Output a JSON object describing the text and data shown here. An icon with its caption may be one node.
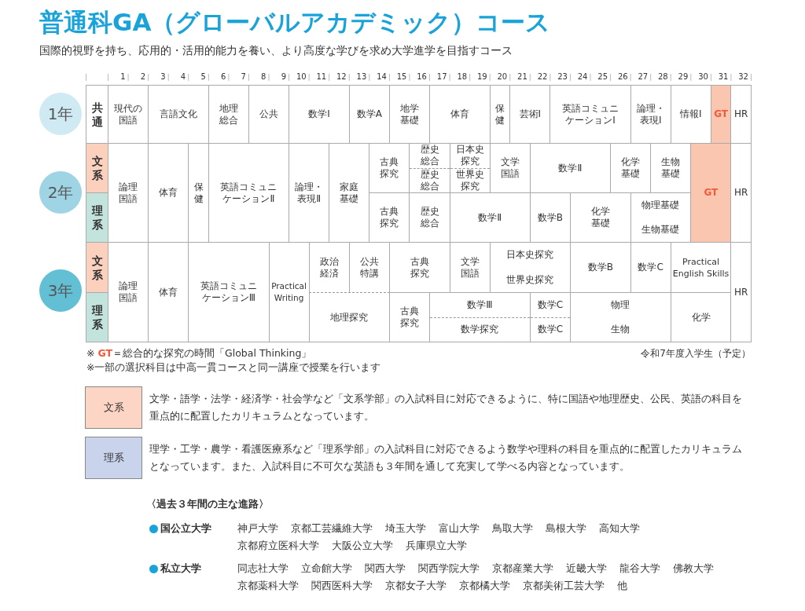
{
  "diagram": {
    "title": "普通科GA（グローバルアカデミック）コース",
    "nodes": [
      {
        "text": [
          "1年"
        ]
      },
      {
        "text": [
          "2年"
        ]
      },
      {
        "text": [
          "3年"
        ]
      },
      {
        "text": [
          "共通"
        ]
      },
      {
        "text": [
          "現代の国語"
        ]
      },
      {
        "text": [
          "言語文化"
        ]
      },
      {
        "text": [
          "地理総合"
        ]
      },
      {
        "text": [
          "公共"
        ]
      },
      {
        "text": [
          "数学Ⅰ"
        ]
      },
      {
        "text": [
          "数学A"
        ]
      },
      {
        "text": [
          "地学基礎"
        ]
      },
      {
        "text": [
          "体育"
        ]
      },
      {
        "text": [
          "保健"
        ]
      },
      {
        "text": [
          "芸術Ⅰ"
        ]
      },
      {
        "text": [
          "英語コミュニケーションⅠ"
        ]
      },
      {
        "text": [
          "論理・表現Ⅰ"
        ]
      },
      {
        "text": [
          "情報Ⅰ"
        ]
      },
      {
        "text": [
          "GT"
        ]
      },
      {
        "text": [
          "HR"
        ]
      },
      {
        "text": [
          "文系"
        ]
      },
      {
        "text": [
          "理系"
        ]
      },
      {
        "text": [
          "論理国語"
        ]
      },
      {
        "text": [
          "体育"
        ]
      },
      {
        "text": [
          "保健"
        ]
      },
      {
        "text": [
          "英語コミュニケーションⅡ"
        ]
      },
      {
        "text": [
          "論理・表現Ⅱ"
        ]
      },
      {
        "text": [
          "家庭基礎"
        ]
      },
      {
        "text": [
          "古典探究"
        ]
      },
      {
        "text": [
          "歴史総合",
          "歴史総合"
        ]
      },
      {
        "text": [
          "日本史探究",
          "世界史探究"
        ]
      },
      {
        "text": [
          "文学国語"
        ]
      },
      {
        "text": [
          "数学Ⅱ"
        ]
      },
      {
        "text": [
          "化学基礎"
        ]
      },
      {
        "text": [
          "生物基礎"
        ]
      },
      {
        "text": [
          "GT"
        ]
      },
      {
        "text": [
          "HR"
        ]
      },
      {
        "text": [
          "古典探究"
        ]
      },
      {
        "text": [
          "歴史総合"
        ]
      },
      {
        "text": [
          "数学Ⅱ"
        ]
      },
      {
        "text": [
          "数学B"
        ]
      },
      {
        "text": [
          "化学基礎"
        ]
      },
      {
        "text": [
          "物理基礎",
          "生物基礎"
        ]
      },
      {
        "text": [
          "文系"
        ]
      },
      {
        "text": [
          "理系"
        ]
      },
      {
        "text": [
          "論理国語"
        ]
      },
      {
        "text": [
          "体育"
        ]
      },
      {
        "text": [
          "英語コミュニケーションⅢ"
        ]
      },
      {
        "text": [
          "Practical Writing"
        ]
      },
      {
        "text": [
          "政治経済"
        ]
      },
      {
        "text": [
          "公共特講"
        ]
      },
      {
        "text": [
          "古典探究"
        ]
      },
      {
        "text": [
          "文学国語"
        ]
      },
      {
        "text": [
          "日本史探究",
          "世界史探究"
        ]
      },
      {
        "text": [
          "数学B"
        ]
      },
      {
        "text": [
          "数学C"
        ]
      },
      {
        "text": [
          "Practical English Skills"
        ]
      },
      {
        "text": [
          "HR"
        ]
      },
      {
        "text": [
          "地理探究"
        ]
      },
      {
        "text": [
          "古典探究"
        ]
      },
      {
        "text": [
          "数学Ⅲ",
          "数学探究"
        ]
      },
      {
        "text": [
          "数学C",
          "数学C"
        ]
      },
      {
        "text": [
          "物理",
          "生物"
        ]
      },
      {
        "text": [
          "化学"
        ]
      },
      {
        "text": [
          "文系"
        ],
        "beside": [
          "文学・語学・法学・経済学・社会学など「文系学部」の入試科目に対応できるように、特に国語や地理歴史、公民、英語の科目を重点的に配置したカリキュラムとなっています。"
        ]
      },
      {
        "text": [
          "理系"
        ],
        "beside": [
          "理学・工学・農学・看護医療系など「理系学部」の入試科目に対応できるよう数学や理科の科目を重点的に配置したカリキュラムとなっています。また、入試科目に不可欠な英語も３年間を通して充実して学べる内容となっています。"
        ]
      }
    ],
    "labels": [
      "国際的視野を持ち、応用的・活用的能力を養い、より高度な学びを求め大学進学を目指すコース",
      "1",
      "2",
      "3",
      "4",
      "5",
      "6",
      "7",
      "8",
      "9",
      "10",
      "11",
      "12",
      "13",
      "14",
      "15",
      "16",
      "17",
      "18",
      "19",
      "20",
      "21",
      "22",
      "23",
      "24",
      "25",
      "26",
      "27",
      "28",
      "29",
      "30",
      "31",
      "32",
      "※ **GT**＝総合的な探究の時間「Global Thinking」",
      "※一部の選択科目は中高一貫コースと同一講座で授業を行います",
      "令和7年度入学生（予定）",
      "〈過去３年間の主な進路〉",
      "国公立大学",
      "神戸大学",
      "京都工芸繊維大学",
      "埼玉大学",
      "富山大学",
      "鳥取大学",
      "島根大学",
      "高知大学",
      "京都府立医科大学",
      "大阪公立大学",
      "兵庫県立大学",
      "私立大学",
      "同志社大学",
      "立命館大学",
      "関西大学",
      "関西学院大学",
      "京都産業大学",
      "近畿大学",
      "龍谷大学",
      "佛教大学",
      "京都薬科大学",
      "関西医科大学",
      "京都女子大学",
      "京都橘大学",
      "京都美術工芸大学",
      "他"
    ]
  }
}
